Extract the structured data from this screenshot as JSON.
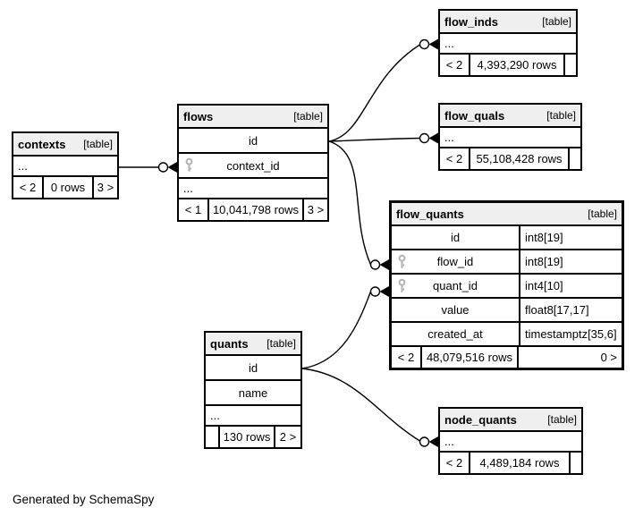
{
  "note": "Generated by SchemaSpy",
  "tables": {
    "contexts": {
      "name": "contexts",
      "tag": "[table]",
      "rows": [
        {
          "label": "..."
        }
      ],
      "footer": {
        "left": "< 2",
        "center": "0 rows",
        "right": "3 >"
      }
    },
    "flows": {
      "name": "flows",
      "tag": "[table]",
      "rows": [
        {
          "label": "id"
        },
        {
          "label": "context_id",
          "key": true
        },
        {
          "label": "..."
        }
      ],
      "footer": {
        "left": "< 1",
        "center": "10,041,798 rows",
        "right": "3 >"
      }
    },
    "flow_inds": {
      "name": "flow_inds",
      "tag": "[table]",
      "rows": [
        {
          "label": "..."
        }
      ],
      "footer": {
        "left": "< 2",
        "center": "4,393,290 rows",
        "right": ""
      }
    },
    "flow_quals": {
      "name": "flow_quals",
      "tag": "[table]",
      "rows": [
        {
          "label": "..."
        }
      ],
      "footer": {
        "left": "< 2",
        "center": "55,108,428 rows",
        "right": ""
      }
    },
    "flow_quants": {
      "name": "flow_quants",
      "tag": "[table]",
      "columns": [
        {
          "label": "id",
          "type": "int8[19]"
        },
        {
          "label": "flow_id",
          "type": "int8[19]",
          "key": true
        },
        {
          "label": "quant_id",
          "type": "int4[10]",
          "key": true
        },
        {
          "label": "value",
          "type": "float8[17,17]"
        },
        {
          "label": "created_at",
          "type": "timestamptz[35,6]"
        }
      ],
      "footer": {
        "left": "< 2",
        "center": "48,079,516 rows",
        "right": "0 >"
      }
    },
    "quants": {
      "name": "quants",
      "tag": "[table]",
      "rows": [
        {
          "label": "id"
        },
        {
          "label": "name"
        },
        {
          "label": "..."
        }
      ],
      "footer": {
        "left": "",
        "center": "130 rows",
        "right": "2 >"
      }
    },
    "node_quants": {
      "name": "node_quants",
      "tag": "[table]",
      "rows": [
        {
          "label": "..."
        }
      ],
      "footer": {
        "left": "< 2",
        "center": "4,489,184 rows",
        "right": ""
      }
    }
  },
  "relationships": [
    {
      "from": "contexts",
      "to": "flows.context_id"
    },
    {
      "from": "flows.id",
      "to": "flow_inds"
    },
    {
      "from": "flows.id",
      "to": "flow_quals"
    },
    {
      "from": "flows.id",
      "to": "flow_quants.flow_id"
    },
    {
      "from": "quants.id",
      "to": "flow_quants.quant_id"
    },
    {
      "from": "quants.id",
      "to": "node_quants"
    }
  ],
  "colors": {
    "header_bg": "#efefef",
    "line": "#000000",
    "key_icon": "#b5b5b5"
  }
}
